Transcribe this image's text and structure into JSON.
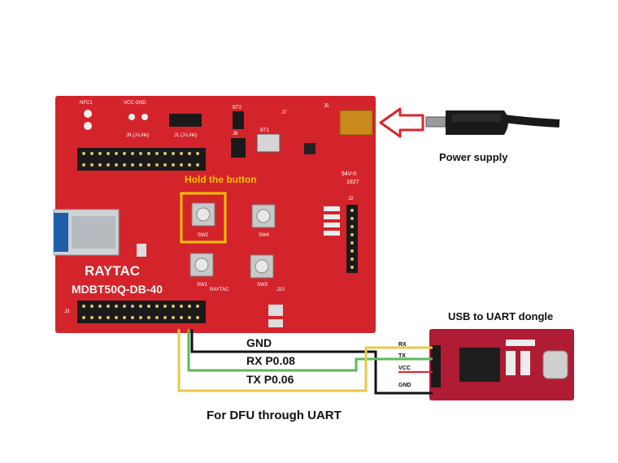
{
  "board": {
    "brand": "RAYTAC",
    "model": "MDBT50Q-DB-40",
    "silkscreen": {
      "nfc": "NFC1",
      "vcc_gnd": "VCC GND",
      "j_link_label": "J1 (J-Link)",
      "j9_label": "J9 (J-Link)",
      "j3": "J3",
      "j5": "J5",
      "j6": "J6",
      "j7": "J7",
      "j2": "J2",
      "j10": "J10",
      "bt1": "BT1",
      "bt2": "BT2",
      "sw1": "SW1",
      "sw2": "SW2",
      "sw3": "SW3",
      "sw4": "SW4",
      "raytac_small": "RAYTAC",
      "code": "94V-0",
      "date": "1827"
    }
  },
  "callouts": {
    "hold_button": "Hold the button",
    "power_supply": "Power supply",
    "usb_uart": "USB to UART dongle",
    "caption": "For DFU through UART"
  },
  "wires": {
    "gnd": "GND",
    "rx": "RX P0.08",
    "tx": "TX P0.06"
  },
  "dongle_pins": {
    "rx": "RX",
    "tx": "TX",
    "vcc": "VCC",
    "gnd": "GND"
  },
  "colors": {
    "board_red": "#d4242b",
    "highlight_yellow": "#f2c200",
    "arrow_red": "#d9262c",
    "wire_black": "#111111",
    "wire_green": "#5cb85c",
    "wire_yellow": "#e8c84a"
  }
}
